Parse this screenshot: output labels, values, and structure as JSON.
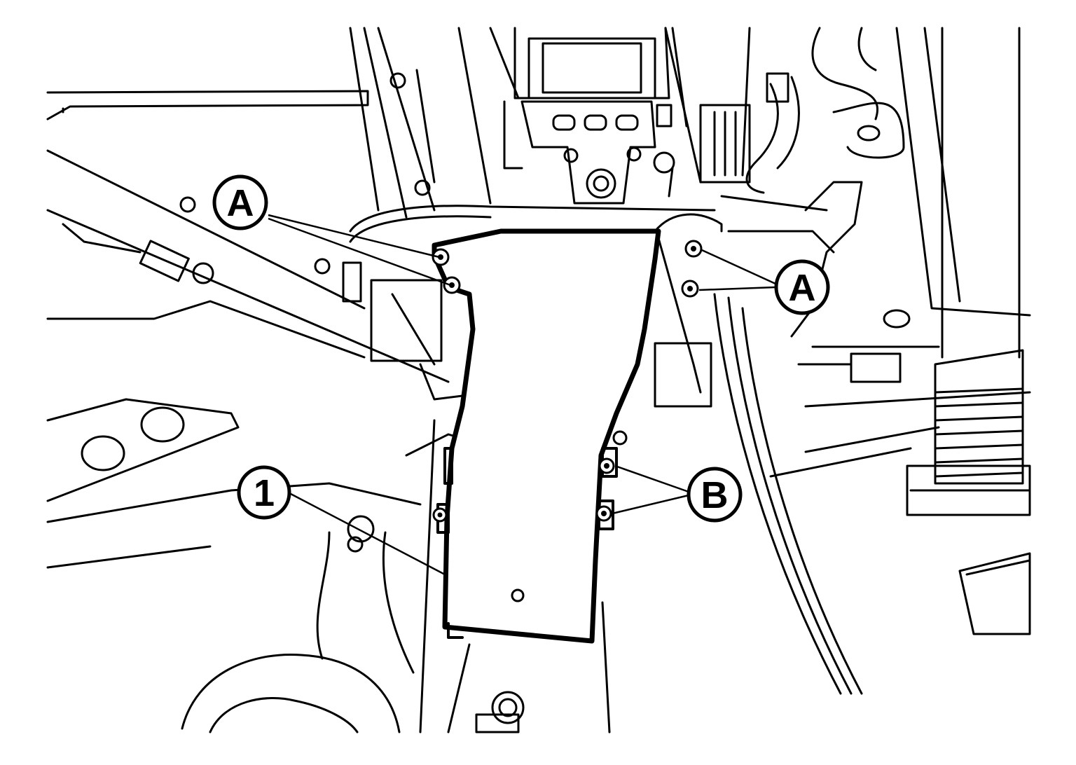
{
  "callouts": {
    "a_left": "A",
    "a_right": "A",
    "b": "B",
    "one": "1"
  }
}
